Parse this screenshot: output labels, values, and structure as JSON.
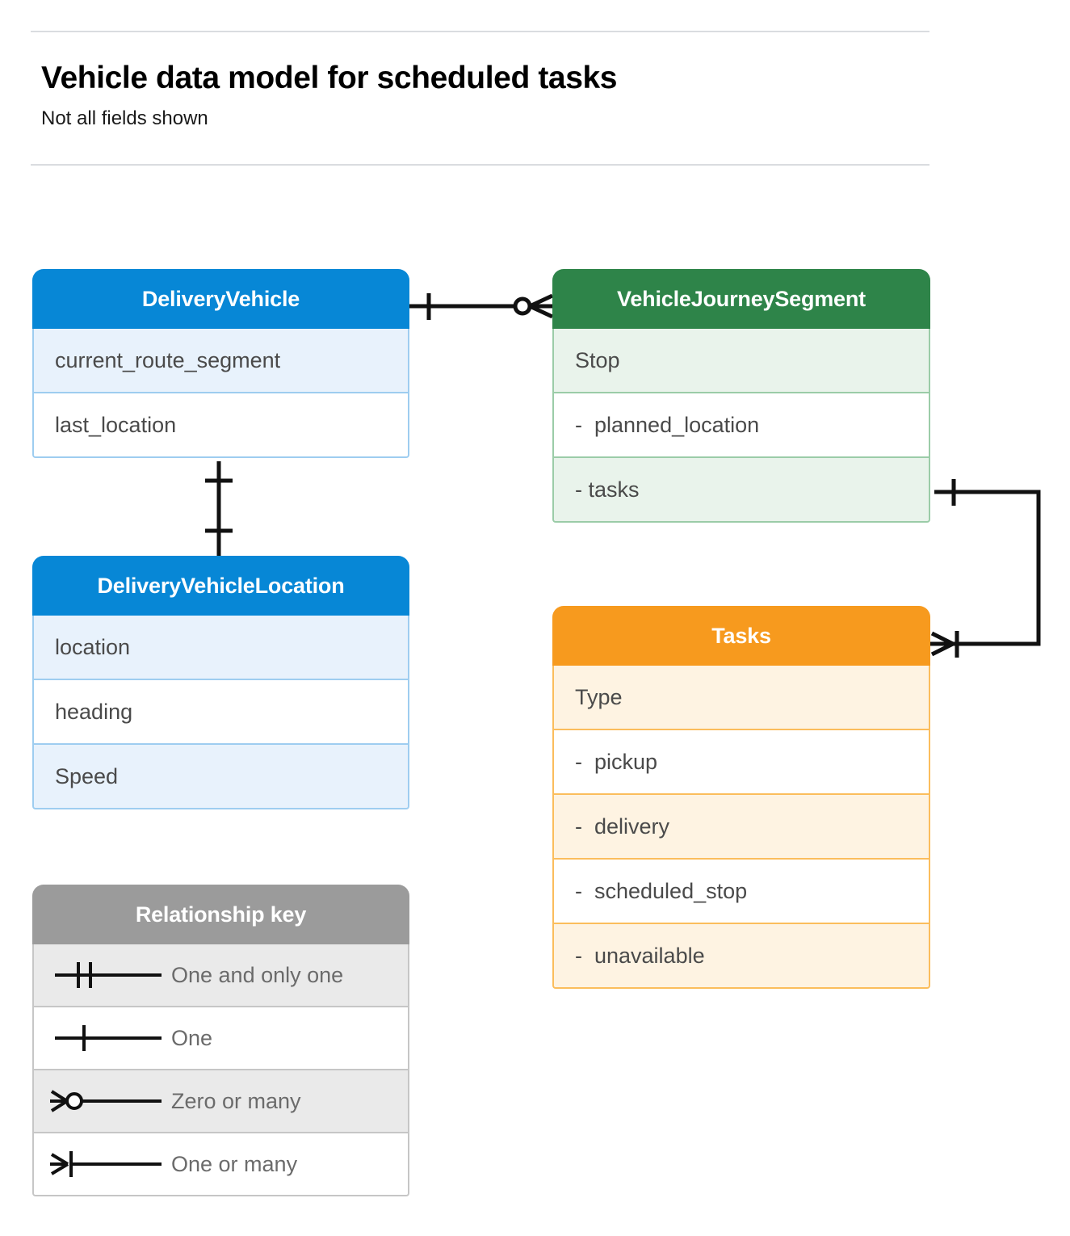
{
  "header": {
    "title": "Vehicle data model for scheduled tasks",
    "subtitle": "Not all fields shown"
  },
  "entities": [
    {
      "id": "delivery-vehicle",
      "name": "DeliveryVehicle",
      "color": "#0787d6",
      "rows": [
        "current_route_segment",
        "last_location"
      ]
    },
    {
      "id": "vehicle-journey-segment",
      "name": "VehicleJourneySegment",
      "color": "#2e8449",
      "rows": [
        "Stop",
        "-  planned_location",
        "- tasks"
      ]
    },
    {
      "id": "delivery-vehicle-location",
      "name": "DeliveryVehicleLocation",
      "color": "#0787d6",
      "rows": [
        "location",
        "heading",
        "Speed"
      ]
    },
    {
      "id": "tasks",
      "name": "Tasks",
      "color": "#f79a1e",
      "rows": [
        "Type",
        "-  pickup",
        "-  delivery",
        "-  scheduled_stop",
        "-  unavailable"
      ]
    }
  ],
  "legend": {
    "title": "Relationship key",
    "color": "#9b9b9b",
    "items": [
      {
        "symbol": "one-and-only-one",
        "label": "One and only one"
      },
      {
        "symbol": "one",
        "label": "One"
      },
      {
        "symbol": "zero-or-many",
        "label": "Zero or many"
      },
      {
        "symbol": "one-or-many",
        "label": "One or many"
      }
    ]
  },
  "relationships": [
    {
      "id": "vehicle-to-journey-segment",
      "from": "DeliveryVehicle",
      "to": "VehicleJourneySegment",
      "from_cardinality": "One",
      "to_cardinality": "Zero or many"
    },
    {
      "id": "vehicle-to-vehicle-location",
      "from": "DeliveryVehicle",
      "to": "DeliveryVehicleLocation",
      "from_cardinality": "One",
      "to_cardinality": "One"
    },
    {
      "id": "journey-segment-tasks-to-tasks",
      "from": "VehicleJourneySegment.tasks",
      "to": "Tasks",
      "from_cardinality": "One",
      "to_cardinality": "One or many"
    }
  ]
}
